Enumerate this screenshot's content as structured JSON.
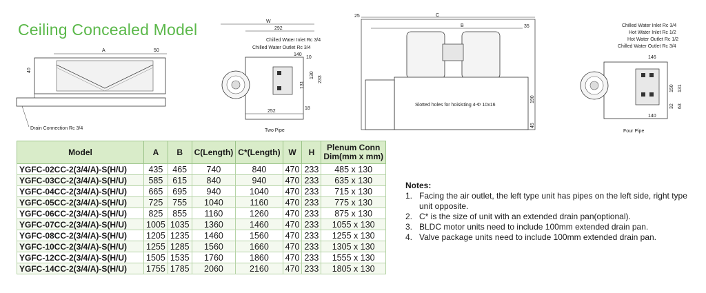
{
  "title": "Ceiling Concealed Model",
  "drawings": {
    "side": {
      "dim_a": "A",
      "dim_50": "50",
      "dim_40": "40",
      "drain_label": "Drain Connection Rc 3/4"
    },
    "two_pipe": {
      "dim_w": "W",
      "dim_292": "292",
      "dim_140": "140",
      "inlet": "Chilled Water Inlet Rc 3/4",
      "outlet": "Chilled Water Outlet Rc 3/4",
      "dim_10": "10",
      "dim_131": "131",
      "dim_130": "130",
      "dim_233": "233",
      "dim_252": "252",
      "dim_18": "18",
      "caption": "Two Pipe"
    },
    "top_view": {
      "dim_25": "25",
      "dim_c": "C",
      "dim_b": "B",
      "dim_35": "35",
      "slot_label": "Slotted holes for hoisisting 4-Φ 10x16",
      "dim_190": "190",
      "dim_45": "45"
    },
    "four_pipe": {
      "l1": "Chilled Water Inlet Rc 3/4",
      "l2": "Hot Water Inlet Rc 1/2",
      "l3": "Hot Water Outlet Rc 1/2",
      "l4": "Chilled Water Outlet Rc 3/4",
      "dim_146": "146",
      "dim_150": "150",
      "dim_131": "131",
      "dim_32": "32",
      "dim_63": "63",
      "dim_140": "140",
      "caption": "Four Pipe"
    }
  },
  "table": {
    "headers": {
      "model": "Model",
      "a": "A",
      "b": "B",
      "c": "C(Length)",
      "cstar": "C*(Length)",
      "w": "W",
      "h": "H",
      "plenum1": "Plenum Conn",
      "plenum2": "Dim(mm x mm)"
    },
    "rows": [
      {
        "model": "YGFC-02CC-2(3/4/A)-S(H/U)",
        "a": "435",
        "b": "465",
        "c": "740",
        "cstar": "840",
        "w": "470",
        "h": "233",
        "plenum": "485 x 130"
      },
      {
        "model": "YGFC-03CC-2(3/4/A)-S(H/U)",
        "a": "585",
        "b": "615",
        "c": "840",
        "cstar": "940",
        "w": "470",
        "h": "233",
        "plenum": "635 x 130"
      },
      {
        "model": "YGFC-04CC-2(3/4/A)-S(H/U)",
        "a": "665",
        "b": "695",
        "c": "940",
        "cstar": "1040",
        "w": "470",
        "h": "233",
        "plenum": "715 x 130"
      },
      {
        "model": "YGFC-05CC-2(3/4/A)-S(H/U)",
        "a": "725",
        "b": "755",
        "c": "1040",
        "cstar": "1160",
        "w": "470",
        "h": "233",
        "plenum": "775 x 130"
      },
      {
        "model": "YGFC-06CC-2(3/4/A)-S(H/U)",
        "a": "825",
        "b": "855",
        "c": "1160",
        "cstar": "1260",
        "w": "470",
        "h": "233",
        "plenum": "875 x 130"
      },
      {
        "model": "YGFC-07CC-2(3/4/A)-S(H/U)",
        "a": "1005",
        "b": "1035",
        "c": "1360",
        "cstar": "1460",
        "w": "470",
        "h": "233",
        "plenum": "1055 x 130"
      },
      {
        "model": "YGFC-08CC-2(3/4/A)-S(H/U)",
        "a": "1205",
        "b": "1235",
        "c": "1460",
        "cstar": "1560",
        "w": "470",
        "h": "233",
        "plenum": "1255 x 130"
      },
      {
        "model": "YGFC-10CC-2(3/4/A)-S(H/U)",
        "a": "1255",
        "b": "1285",
        "c": "1560",
        "cstar": "1660",
        "w": "470",
        "h": "233",
        "plenum": "1305 x 130"
      },
      {
        "model": "YGFC-12CC-2(3/4/A)-S(H/U)",
        "a": "1505",
        "b": "1535",
        "c": "1760",
        "cstar": "1860",
        "w": "470",
        "h": "233",
        "plenum": "1555 x 130"
      },
      {
        "model": "YGFC-14CC-2(3/4/A)-S(H/U)",
        "a": "1755",
        "b": "1785",
        "c": "2060",
        "cstar": "2160",
        "w": "470",
        "h": "233",
        "plenum": "1805 x 130"
      }
    ]
  },
  "notes": {
    "heading": "Notes:",
    "items": [
      {
        "num": "1.",
        "text": "Facing the air outlet, the left type unit has pipes on the left side, right type unit opposite."
      },
      {
        "num": "2.",
        "text": "C* is the size of unit with an extended drain pan(optional)."
      },
      {
        "num": "3.",
        "text": "BLDC motor units need to include 100mm extended drain pan."
      },
      {
        "num": "4.",
        "text": "Valve package units need to include 100mm extended drain pan."
      }
    ]
  },
  "colors": {
    "title": "#5bb84a",
    "header_bg": "#d9ecc9",
    "border": "#9cc48a"
  }
}
